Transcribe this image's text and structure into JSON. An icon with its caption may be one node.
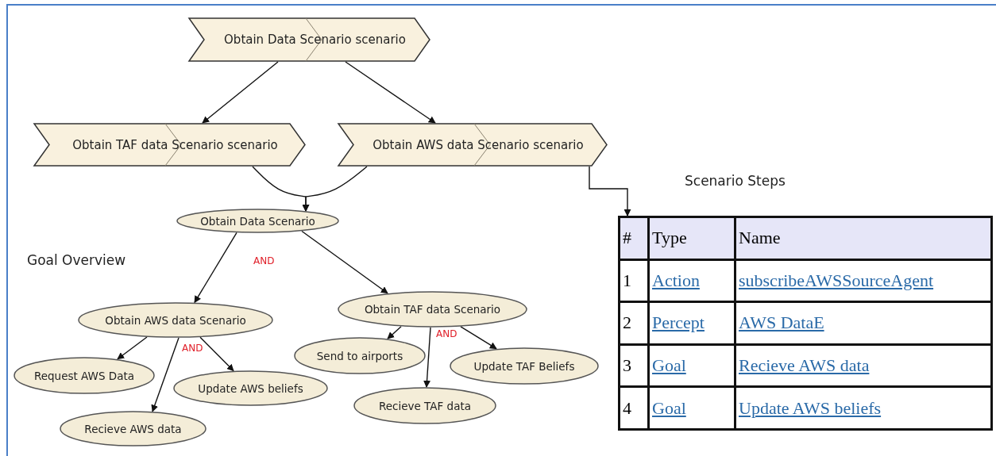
{
  "diagram": {
    "nodes": [
      {
        "text": [
          "Obtain Data Scenario scenario"
        ]
      },
      {
        "text": [
          "Obtain TAF data Scenario scenario"
        ]
      },
      {
        "text": [
          "Obtain AWS data Scenario scenario"
        ]
      },
      {
        "text": [
          "Obtain Data Scenario"
        ]
      },
      {
        "text": [
          "Obtain AWS data Scenario"
        ]
      },
      {
        "text": [
          "Obtain TAF data Scenario"
        ]
      },
      {
        "text": [
          "Request AWS Data"
        ]
      },
      {
        "text": [
          "Update AWS beliefs"
        ]
      },
      {
        "text": [
          "Recieve AWS data"
        ]
      },
      {
        "text": [
          "Send to airports"
        ]
      },
      {
        "text": [
          "Recieve TAF data"
        ]
      },
      {
        "text": [
          "Update TAF Beliefs"
        ]
      },
      {
        "text": [],
        "shape": "table"
      }
    ],
    "edges": [
      {
        "from": 0,
        "to": 1,
        "arrow": "to"
      },
      {
        "from": 0,
        "to": 2,
        "arrow": "to"
      },
      {
        "from": 1,
        "to": 3,
        "arrow": "to"
      },
      {
        "from": 2,
        "to": 3,
        "arrow": "to"
      },
      {
        "from": 3,
        "to": 4,
        "arrow": "to"
      },
      {
        "from": 3,
        "to": 5,
        "arrow": "to"
      },
      {
        "from": 4,
        "to": 6,
        "arrow": "to"
      },
      {
        "from": 4,
        "to": 8,
        "arrow": "to"
      },
      {
        "from": 4,
        "to": 7,
        "arrow": "to"
      },
      {
        "from": 5,
        "to": 9,
        "arrow": "to"
      },
      {
        "from": 5,
        "to": 10,
        "arrow": "to"
      },
      {
        "from": 5,
        "to": 11,
        "arrow": "to"
      },
      {
        "from": 2,
        "to": 12,
        "arrow": "to"
      }
    ],
    "labels": [
      "Scenario Steps",
      "Goal Overview",
      "AND",
      "AND",
      "AND",
      "#",
      "Type",
      "Name",
      "1",
      "Action",
      "subscribeAWSSourceAgent",
      "2",
      "Percept",
      "AWS DataE",
      "3",
      "Goal",
      "Recieve AWS data",
      "4",
      "Goal",
      "Update AWS beliefs"
    ]
  }
}
